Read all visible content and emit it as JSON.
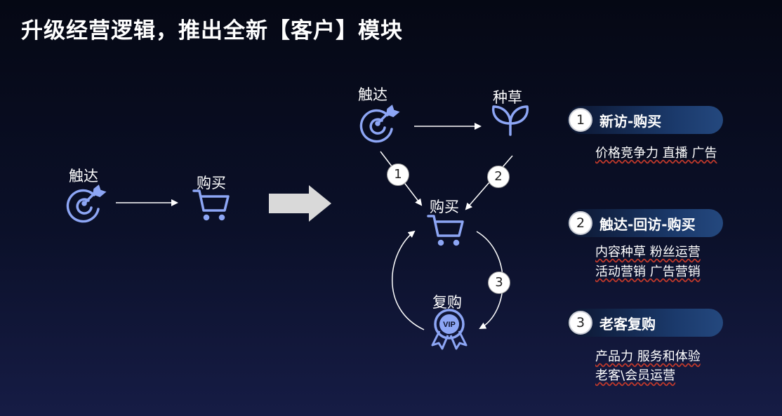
{
  "title": "升级经营逻辑，推出全新【客户】模块",
  "left_flow": {
    "reach": "触达",
    "buy": "购买"
  },
  "right_flow": {
    "reach": "触达",
    "seed": "种草",
    "buy": "购买",
    "repurchase": "复购"
  },
  "vip_badge": "VIP",
  "steps": [
    "1",
    "2",
    "3"
  ],
  "paths": [
    {
      "num": "1",
      "title": "新访-购买",
      "lines": [
        "价格竞争力  直播  广告"
      ]
    },
    {
      "num": "2",
      "title": "触达-回访-购买",
      "lines": [
        "内容种草  粉丝运营",
        "活动营销  广告营销"
      ]
    },
    {
      "num": "3",
      "title": "老客复购",
      "lines": [
        "产品力 服务和体验",
        "老客\\会员运营"
      ]
    }
  ],
  "colors": {
    "icon": "#8da6f5",
    "arrow": "#ffffff",
    "big_arrow": "#d9d9d9"
  }
}
